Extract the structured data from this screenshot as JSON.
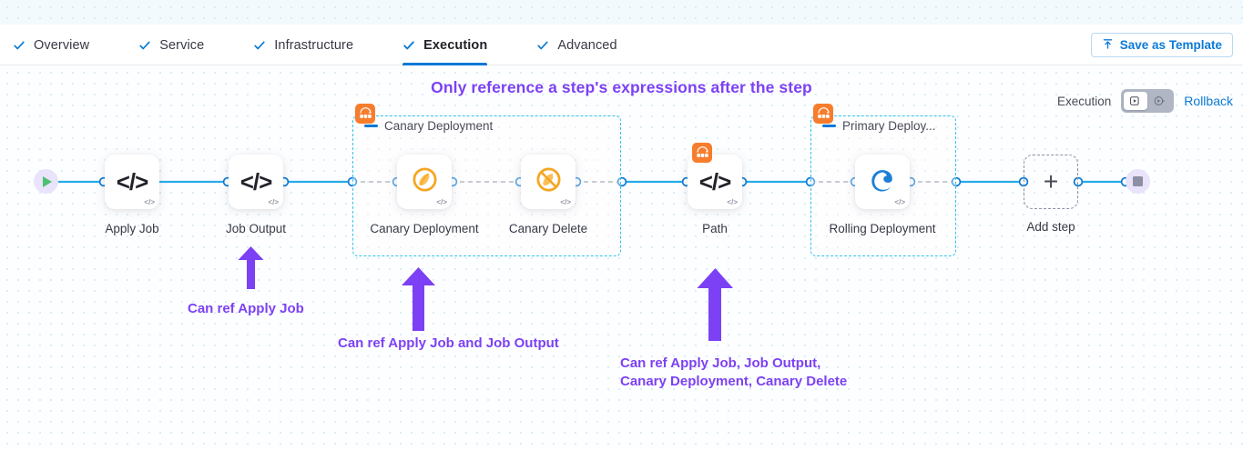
{
  "tabs": [
    {
      "label": "Overview",
      "icon": "check-icon",
      "active": false
    },
    {
      "label": "Service",
      "icon": "check-icon",
      "active": false
    },
    {
      "label": "Infrastructure",
      "icon": "check-icon",
      "active": false
    },
    {
      "label": "Execution",
      "icon": "check-icon",
      "active": true
    },
    {
      "label": "Advanced",
      "icon": "check-icon",
      "active": false
    }
  ],
  "toolbar": {
    "save_template_label": "Save as Template",
    "save_template_icon": "upload-template-icon"
  },
  "heading": "Only reference a step's expressions after the step",
  "exec_controls": {
    "label": "Execution",
    "toggle_left_icon": "run-steps-icon",
    "toggle_right_icon": "rollback-steps-icon",
    "toggle_selected": "run-steps-icon",
    "rollback_label": "Rollback"
  },
  "graph": {
    "start_node": {
      "name": "start-node",
      "icon": "play-icon"
    },
    "end_node": {
      "name": "end-node",
      "icon": "stop-icon"
    },
    "add_step": {
      "label": "Add step",
      "icon": "plus-icon"
    },
    "nodes": [
      {
        "id": "apply-job",
        "label": "Apply Job",
        "icon": "shell-script-icon",
        "corner": "</>"
      },
      {
        "id": "job-output",
        "label": "Job Output",
        "icon": "shell-script-icon",
        "corner": "</>"
      },
      {
        "id": "canary-deployment",
        "label": "Canary\nDeployment",
        "icon": "harness-canary-icon",
        "corner": "</>"
      },
      {
        "id": "canary-delete",
        "label": "Canary Delete",
        "icon": "harness-canary-delete-icon",
        "corner": "</>"
      },
      {
        "id": "path",
        "label": "Path",
        "icon": "shell-script-icon",
        "corner": "</>"
      },
      {
        "id": "rolling-deployment",
        "label": "Rolling\nDeployment",
        "icon": "edge-deploy-icon",
        "corner": "</>"
      }
    ],
    "groups": [
      {
        "id": "canary-deployment-group",
        "title": "Canary Deployment",
        "badge_icon": "step-group-icon"
      },
      {
        "id": "primary-deployment-group",
        "title": "Primary Deploy...",
        "badge_icon": "step-group-icon"
      }
    ],
    "path_badge_icon": "step-group-icon"
  },
  "annotations": [
    {
      "id": "anno-apply-job",
      "text": "Can ref Apply Job"
    },
    {
      "id": "anno-canary-deployment",
      "text": "Can ref Apply Job and Job Output"
    },
    {
      "id": "anno-path",
      "text": "Can ref Apply Job, Job Output,\nCanary Deployment, Canary Delete"
    }
  ],
  "colors": {
    "accent_blue": "#0278d5",
    "annotation_purple": "#7c41f4",
    "group_border_cyan": "#34c3e8",
    "badge_orange": "#f77d2d",
    "connector_blue": "#29abe8"
  }
}
